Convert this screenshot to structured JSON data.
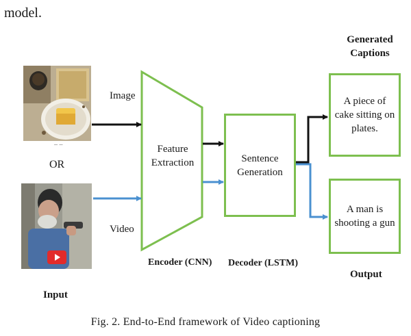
{
  "intro_text": "model.",
  "labels": {
    "image": "Image",
    "or": "OR",
    "video": "Video",
    "input": "Input",
    "output": "Output",
    "generated_captions_line1": "Generated",
    "generated_captions_line2": "Captions"
  },
  "encoder": {
    "text_line1": "Feature",
    "text_line2": "Extraction",
    "caption": "Encoder (CNN)"
  },
  "decoder": {
    "text_line1": "Sentence",
    "text_line2": "Generation",
    "caption": "Decoder (LSTM)"
  },
  "outputs": [
    {
      "line1": "A piece of",
      "line2": "cake sitting on",
      "line3": "plates."
    },
    {
      "line1": "A man is",
      "line2": "shooting a gun",
      "line3": ""
    }
  ],
  "figure_caption": "Fig. 2.   End-to-End framework of Video captioning",
  "colors": {
    "box_border": "#7dbf4f",
    "image_arrow": "#111111",
    "video_arrow": "#4a90d0",
    "play_button": "#e22b2b"
  },
  "icons": [
    "play-icon"
  ]
}
